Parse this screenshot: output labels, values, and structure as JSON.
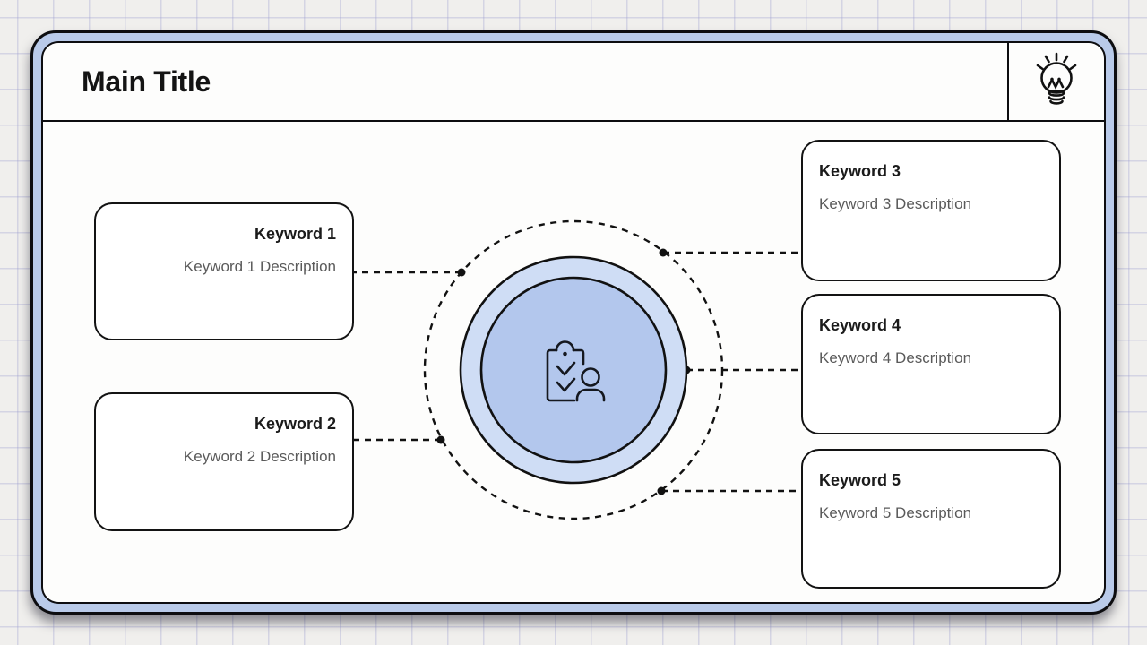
{
  "header": {
    "title": "Main Title",
    "icon": "lightbulb-icon"
  },
  "center": {
    "icon": "clipboard-checklist-person-icon"
  },
  "keywords": [
    {
      "title": "Keyword 1",
      "description": "Keyword 1 Description",
      "side": "left"
    },
    {
      "title": "Keyword 2",
      "description": "Keyword 2 Description",
      "side": "left"
    },
    {
      "title": "Keyword 3",
      "description": "Keyword 3 Description",
      "side": "right"
    },
    {
      "title": "Keyword 4",
      "description": "Keyword 4 Description",
      "side": "right"
    },
    {
      "title": "Keyword 5",
      "description": "Keyword 5 Description",
      "side": "right"
    }
  ],
  "colors": {
    "frame_accent": "#b9cae9",
    "outer_circle_fill": "#cfddf5",
    "inner_circle_fill": "#b3c7ed",
    "stroke": "#111111",
    "description_text": "#5a5a5a",
    "grid_line": "#ccccE6",
    "page_background": "#f0efed"
  }
}
